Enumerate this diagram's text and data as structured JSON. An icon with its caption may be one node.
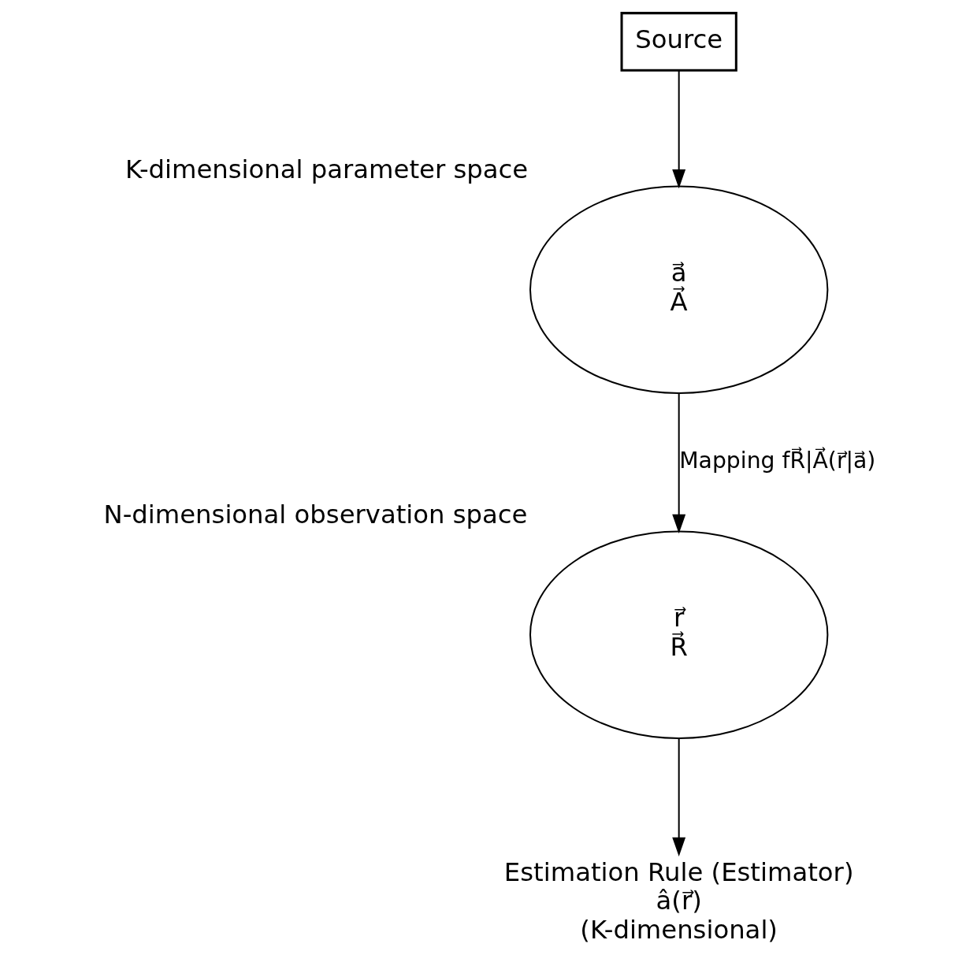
{
  "diagram": {
    "nodes": [
      {
        "text": [
          "Source"
        ]
      },
      {
        "text": [
          "a⃗",
          "A⃗"
        ],
        "beside": [
          "K-dimensional parameter space"
        ]
      },
      {
        "text": [
          "r⃗",
          "R⃗"
        ],
        "beside": [
          "N-dimensional observation space"
        ]
      },
      {
        "text": [
          "Estimation Rule (Estimator)",
          "â(r⃗)",
          "(K-dimensional)"
        ]
      }
    ],
    "edges": [
      {
        "from": 0,
        "to": 1,
        "arrow": "to"
      },
      {
        "from": 1,
        "to": 2,
        "arrow": "to",
        "label": "Mapping fR⃗|A⃗(r⃗|a⃗)"
      },
      {
        "from": 2,
        "to": 3,
        "arrow": "to"
      }
    ]
  }
}
